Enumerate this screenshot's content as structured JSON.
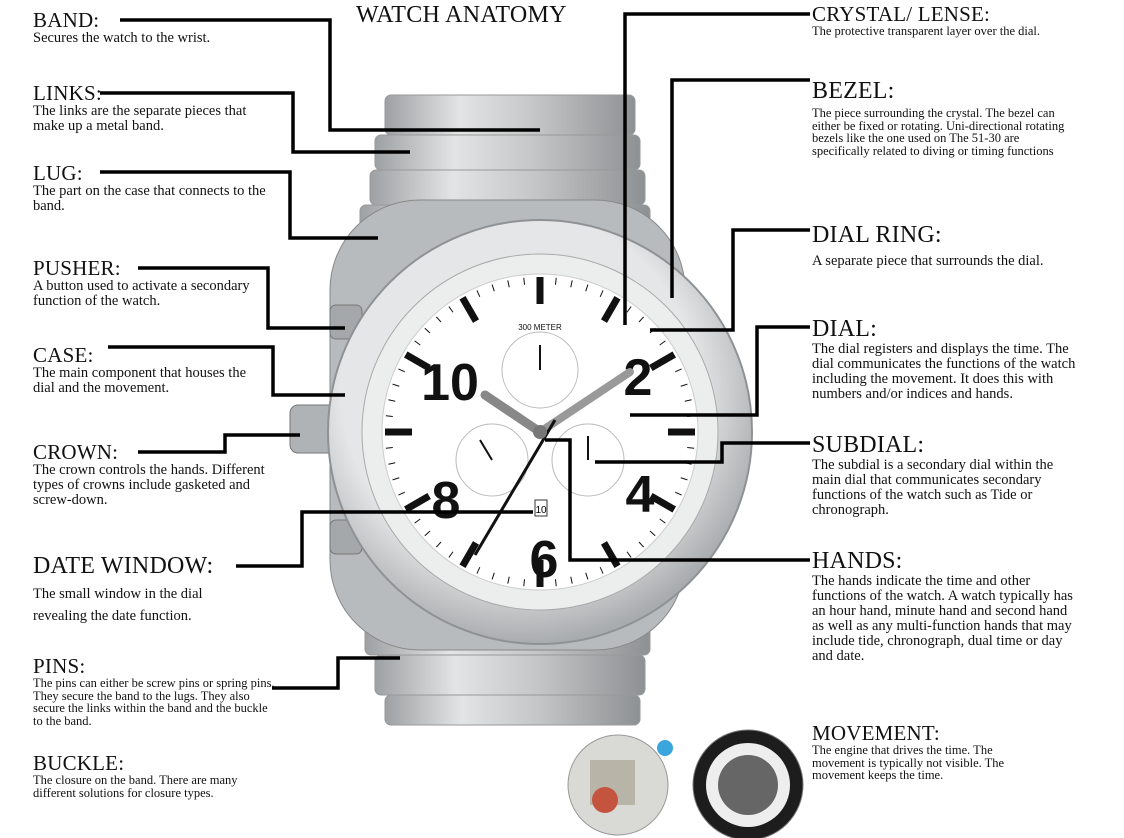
{
  "title": "WATCH ANATOMY",
  "watch": {
    "depth_label": "300 METER",
    "numerals": [
      "10",
      "2",
      "8",
      "4",
      "6"
    ],
    "date": "10"
  },
  "left": [
    {
      "heading": "BAND:",
      "text": "Secures the watch to the wrist."
    },
    {
      "heading": "LINKS:",
      "text": "The links are the separate pieces that make up a metal band."
    },
    {
      "heading": "LUG:",
      "text": "The part on the case that connects to the band."
    },
    {
      "heading": "PUSHER:",
      "text": "A button used to activate a secondary function of the watch."
    },
    {
      "heading": "CASE:",
      "text": "The main component that houses the dial and the movement."
    },
    {
      "heading": "CROWN:",
      "text": "The crown controls the hands. Different types of crowns include gasketed and screw-down."
    },
    {
      "heading": "DATE WINDOW:",
      "text": "The small window in the dial revealing the date function."
    },
    {
      "heading": "PINS:",
      "text": "The pins can either be screw pins or spring pins. They secure the band to the lugs. They also secure the links within the band and the buckle to the band."
    },
    {
      "heading": "BUCKLE:",
      "text": "The closure on the band. There are many different solutions for closure types."
    }
  ],
  "right": [
    {
      "heading": "CRYSTAL/ LENSE:",
      "text": "The protective transparent layer over the dial."
    },
    {
      "heading": "BEZEL:",
      "text": "The piece surrounding the crystal. The bezel can either be fixed or rotating. Uni-directional rotating bezels like the one used on The 51-30 are specifically related to diving or timing functions"
    },
    {
      "heading": "DIAL RING:",
      "text": "A separate piece that surrounds the dial."
    },
    {
      "heading": "DIAL:",
      "text": "The dial registers and displays the time. The dial communicates the functions of the watch including the movement. It does this with numbers and/or indices and hands."
    },
    {
      "heading": "SUBDIAL:",
      "text": "The subdial is a secondary dial within the main dial that communicates secondary functions of the watch such as Tide or chronograph."
    },
    {
      "heading": "HANDS:",
      "text": "The hands indicate the time and other functions of the watch. A watch typically has an hour hand, minute hand and second hand as well as any multi-function hands that may include tide, chronograph, dual time or day and date."
    },
    {
      "heading": "MOVEMENT:",
      "text": "The engine that drives the time. The movement is typically not visible. The movement keeps the time."
    }
  ],
  "colors": {
    "text": "#111111",
    "steel": "#c9cbcc",
    "dial": "#ffffff",
    "leader": "#000000"
  }
}
